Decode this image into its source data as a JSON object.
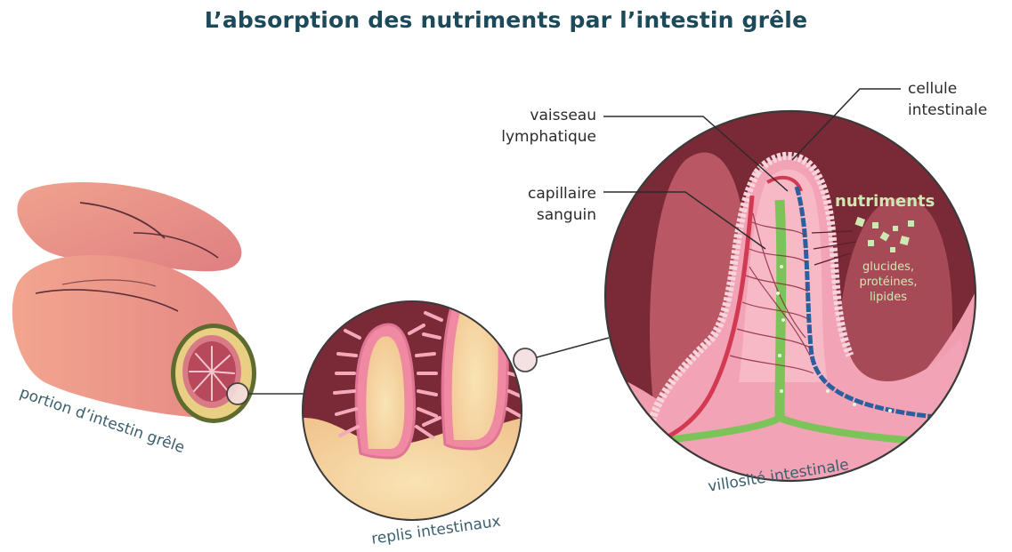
{
  "title": "L’absorption des nutriments par l’intestin grêle",
  "labels": {
    "vaisseau_1": "vaisseau",
    "vaisseau_2": "lymphatique",
    "capillaire_1": "capillaire",
    "capillaire_2": "sanguin",
    "cellule_1": "cellule",
    "cellule_2": "intestinale",
    "nutriments": "nutriments",
    "nutr_1": "glucides,",
    "nutr_2": "protéines,",
    "nutr_3": "lipides"
  },
  "captions": {
    "portion": "portion d’intestin grêle",
    "replis": "replis intestinaux",
    "villosite": "villosité intestinale"
  },
  "colors": {
    "title": "#1d4a5a",
    "intestine": "#e8857a",
    "villus_pink": "#f3a3b4",
    "villus_dark": "#7a2a36",
    "capillary": "#d23a52",
    "lymph": "#7cc35a",
    "vein": "#2c5f9e",
    "nutrient_text": "#cfe7b0"
  }
}
